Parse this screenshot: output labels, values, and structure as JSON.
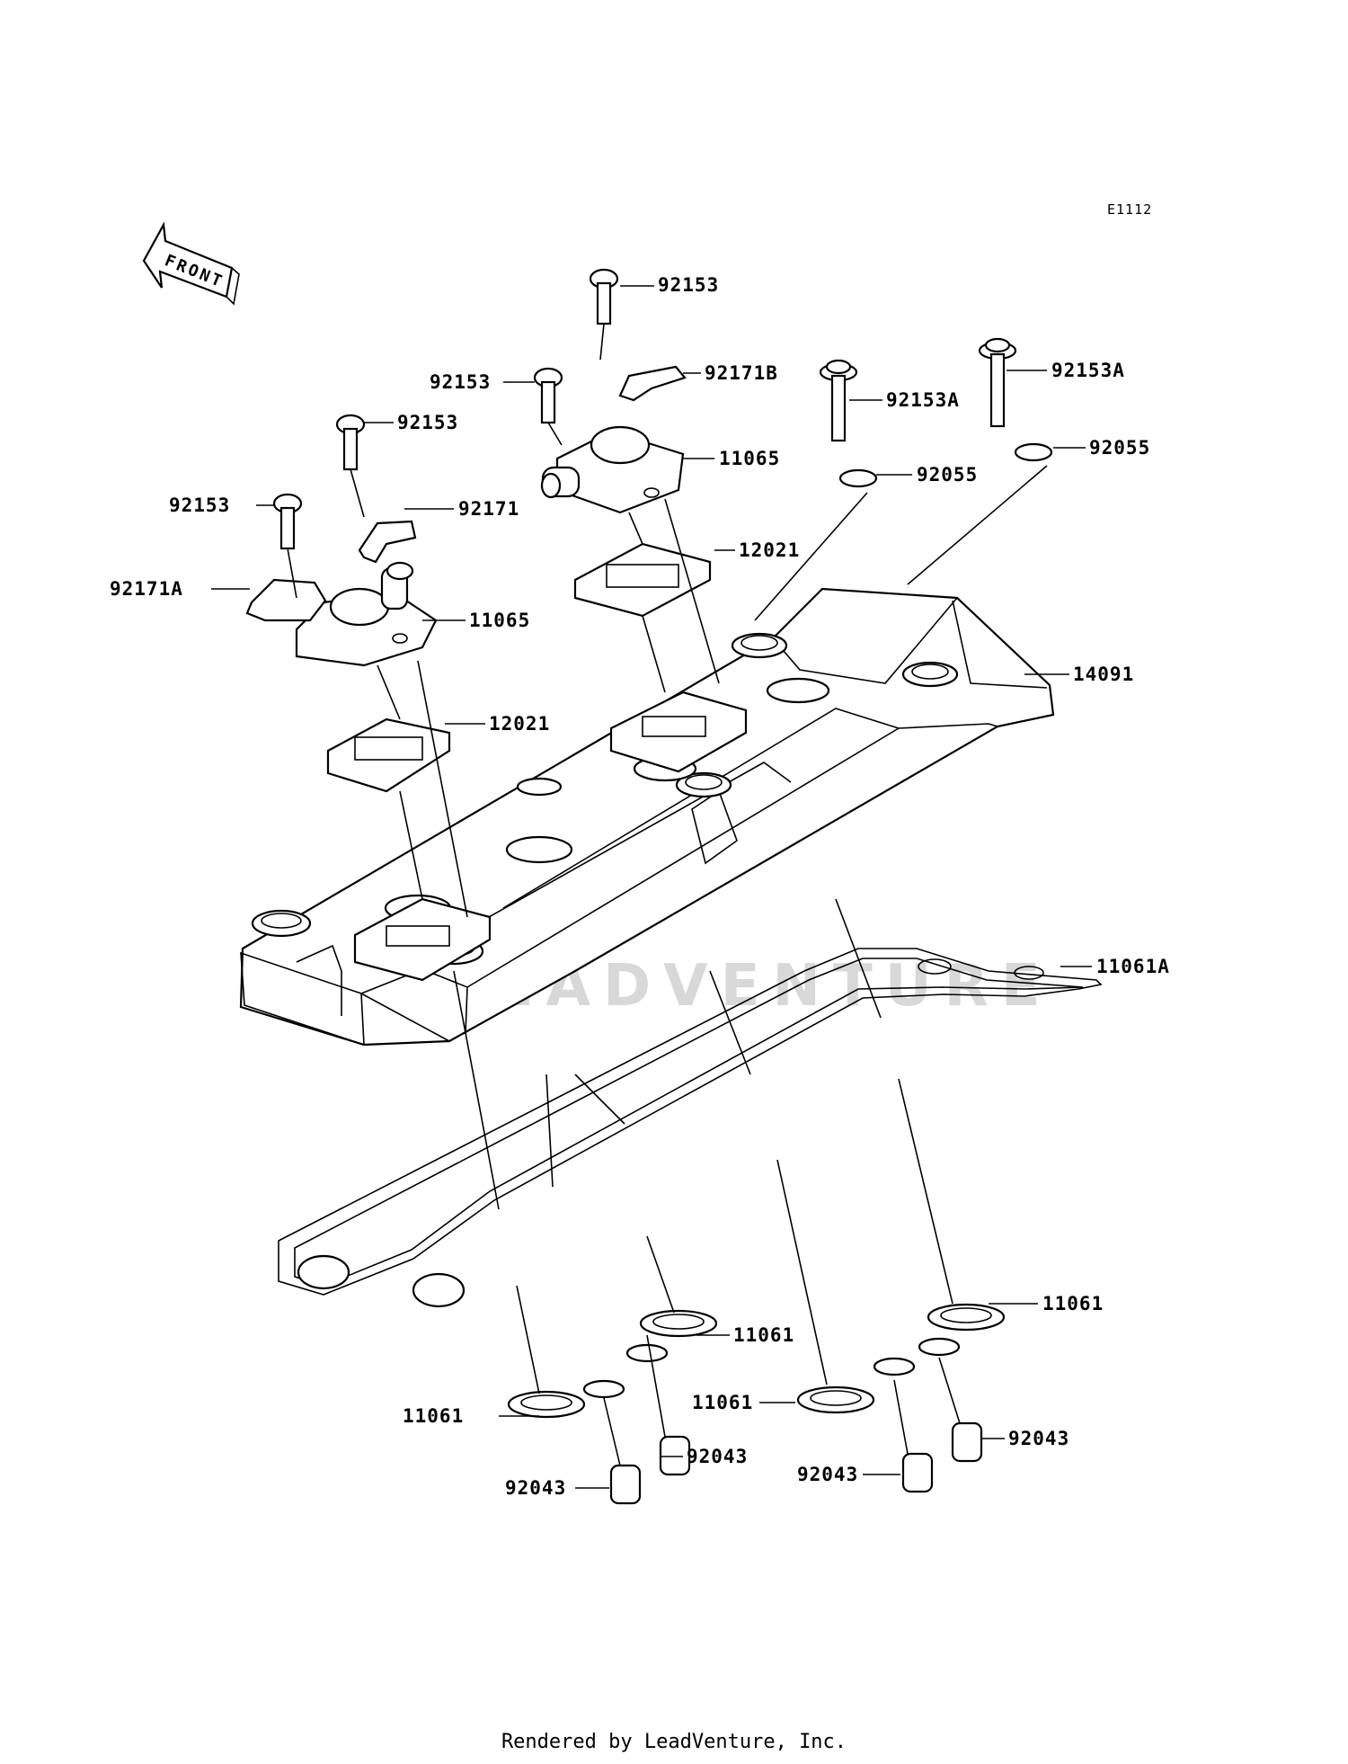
{
  "diagram": {
    "code": "E1112",
    "front_label": "FRONT",
    "watermark": "LEADVENTURE",
    "footer": "Rendered by LeadVenture, Inc."
  },
  "labels": [
    "92153",
    "92171B",
    "92153",
    "92153A",
    "92153A",
    "92153",
    "11065",
    "92055",
    "92055",
    "92153",
    "92171",
    "12021",
    "92171A",
    "11065",
    "14091",
    "12021",
    "11061A",
    "11061",
    "11061",
    "11061",
    "11061",
    "92043",
    "92043",
    "92043",
    "92043"
  ]
}
